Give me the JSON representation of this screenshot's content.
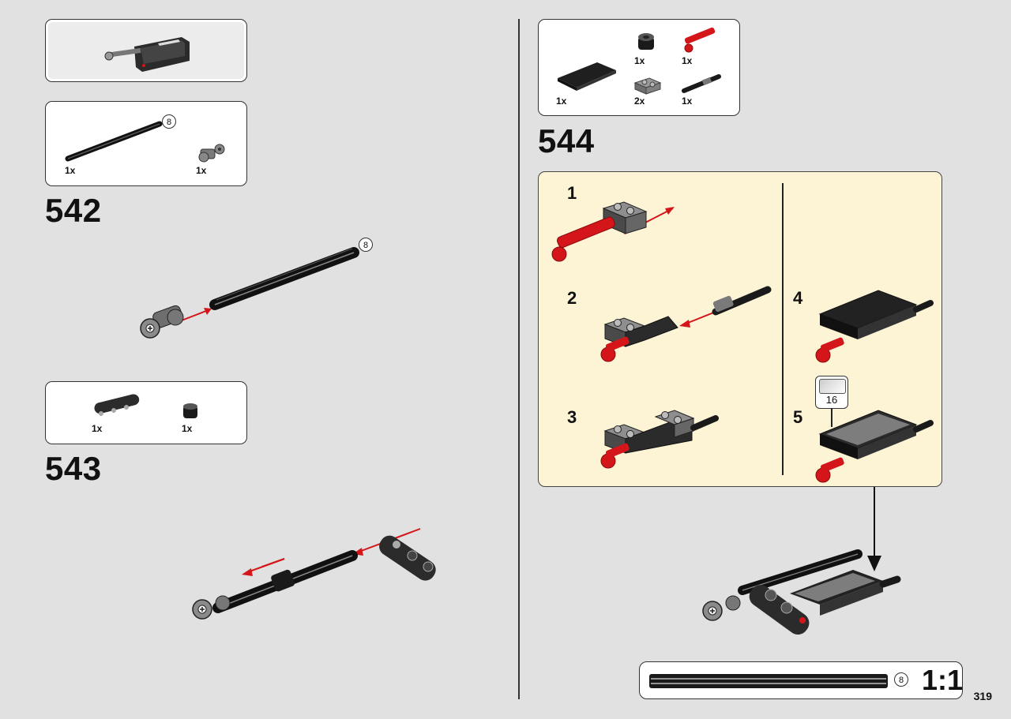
{
  "page": {
    "number": "319"
  },
  "steps": [
    {
      "id": "542",
      "label": "542",
      "parts": [
        {
          "qty": "1x",
          "icon": "axle-icon",
          "length": "8"
        },
        {
          "qty": "1x",
          "icon": "connector-icon"
        }
      ],
      "length_callout": "8"
    },
    {
      "id": "543",
      "label": "543",
      "parts": [
        {
          "qty": "1x",
          "icon": "beam-icon"
        },
        {
          "qty": "1x",
          "icon": "bush-icon"
        }
      ]
    },
    {
      "id": "544",
      "label": "544",
      "parts": [
        {
          "qty": "1x",
          "icon": "tile-icon"
        },
        {
          "qty": "1x",
          "icon": "bush-icon"
        },
        {
          "qty": "1x",
          "icon": "red-pin-icon"
        },
        {
          "qty": "2x",
          "icon": "plate-icon"
        },
        {
          "qty": "1x",
          "icon": "black-axle-icon"
        }
      ],
      "substeps": [
        "1",
        "2",
        "3",
        "4",
        "5"
      ],
      "sticker": "16"
    }
  ],
  "ruler": {
    "length": "8",
    "scale": "1:1"
  },
  "colors": {
    "background": "#e1e1e1",
    "substep_panel": "#fdf3d5",
    "red_part": "#d4161a",
    "black_part": "#2b2b2b"
  }
}
